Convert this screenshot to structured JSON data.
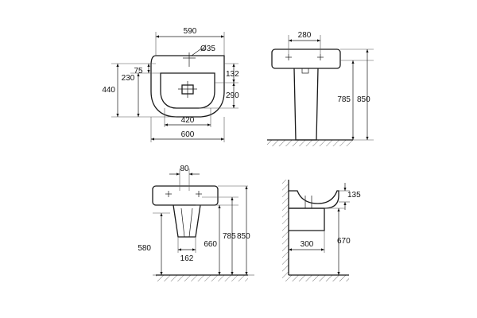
{
  "top_view": {
    "width_outer": "590",
    "hole_dia": "Ø35",
    "offset_75": "75",
    "offset_230": "230",
    "depth_440": "440",
    "d132": "132",
    "d290": "290",
    "bowl_width": "420",
    "overall_width": "600"
  },
  "pedestal_side": {
    "d280": "280",
    "h785": "785",
    "h850": "850"
  },
  "semi_front": {
    "d80": "80",
    "h580": "580",
    "d162": "162",
    "h660": "660",
    "h785": "785",
    "h850": "850"
  },
  "semi_side": {
    "d135": "135",
    "d300": "300",
    "h670": "670"
  }
}
